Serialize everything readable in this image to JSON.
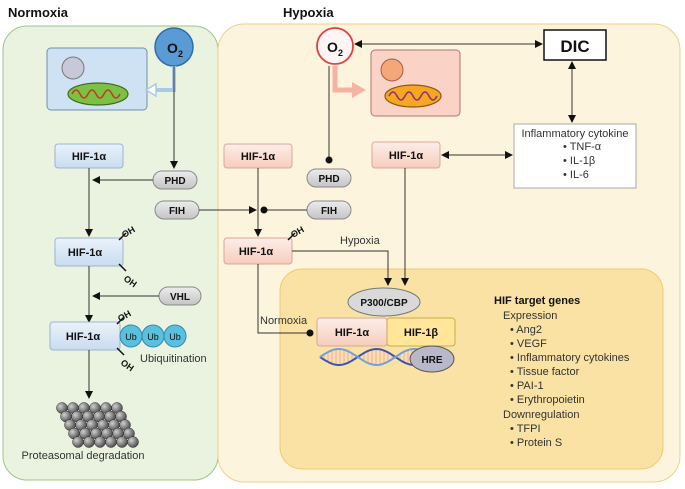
{
  "panels": {
    "normoxia_title": "Normoxia",
    "hypoxia_title": "Hypoxia"
  },
  "oxygen": {
    "normoxia_label": "O",
    "normoxia_sub": "2",
    "hypoxia_label": "O",
    "hypoxia_sub": "2"
  },
  "dic_label": "DIC",
  "normoxia": {
    "hif_1": "HIF-1α",
    "hif_2": "HIF-1α",
    "hif_3": "HIF-1α",
    "phd": "PHD",
    "fih": "FIH",
    "vhl": "VHL",
    "oh_1": "OH",
    "oh_2": "OH",
    "oh_3": "OH",
    "oh_4": "OH",
    "ub_1": "Ub",
    "ub_2": "Ub",
    "ub_3": "Ub",
    "ubiquitination": "Ubiquitination",
    "degradation": "Proteasomal degradation"
  },
  "hypoxia": {
    "hif_a": "HIF-1α",
    "hif_b": "HIF-1α",
    "hif_c": "HIF-1α",
    "phd": "PHD",
    "fih": "FIH",
    "oh": "OH",
    "hypoxia_arrow_label": "Hypoxia",
    "normoxia_arrow_label": "Normoxia"
  },
  "cytokine_box": {
    "title": "Inflammatory cytokine",
    "items": [
      "• TNF-α",
      "• IL-1β",
      "• IL-6"
    ]
  },
  "complex": {
    "p300": "P300/CBP",
    "hif_alpha": "HIF-1α",
    "hif_beta": "HIF-1β",
    "hre": "HRE"
  },
  "targets": {
    "title": "HIF target genes",
    "expression_label": "Expression",
    "expression_items": [
      "• Ang2",
      "• VEGF",
      "• Inflammatory cytokines",
      "• Tissue factor",
      "• PAI-1",
      "• Erythropoietin"
    ],
    "downregulation_label": "Downregulation",
    "downregulation_items": [
      "• TFPI",
      "• Protein S"
    ]
  },
  "colors": {
    "normoxia_bg": "#eaf3e0",
    "normoxia_border": "#7fb069",
    "hypoxia_bg": "#fdf3dc",
    "hypoxia_border": "#e8c877",
    "target_bg": "#f9e3a8",
    "hif_normoxia": "#d9e8f5",
    "hif_hypoxia": "#fbe0d6",
    "pill": "#d9d9d9",
    "o2_normoxia": "#5b9bd5",
    "o2_hypoxia": "#e04040",
    "ub": "#5bc0de",
    "hif_beta": "#ffe699"
  }
}
